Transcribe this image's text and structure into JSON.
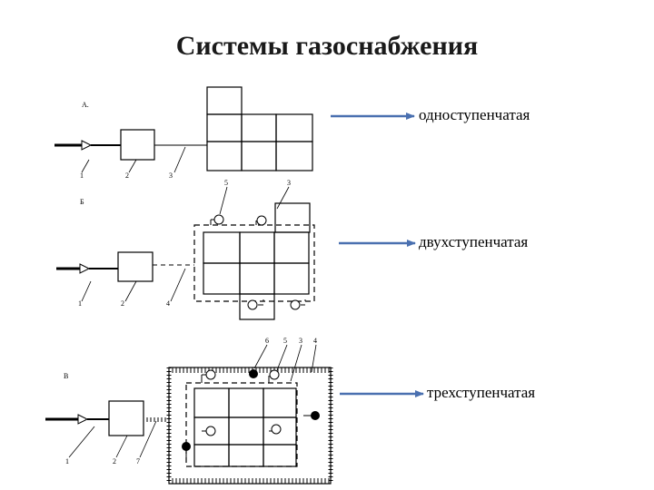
{
  "title": "Системы газоснабжения",
  "systems": [
    {
      "section_letter": "А.",
      "label": "одноступенчатая",
      "callouts": [
        "1",
        "2",
        "3"
      ]
    },
    {
      "section_letter": "Б",
      "label": "двухступенчатая",
      "callouts": [
        "1",
        "2",
        "4",
        "5",
        "3"
      ]
    },
    {
      "section_letter": "В",
      "label": "трехступенчатая",
      "callouts": [
        "1",
        "2",
        "7",
        "6",
        "5",
        "3",
        "4"
      ]
    }
  ],
  "colors": {
    "arrow": "#4a70b0",
    "line": "#000000",
    "text": "#000000"
  }
}
